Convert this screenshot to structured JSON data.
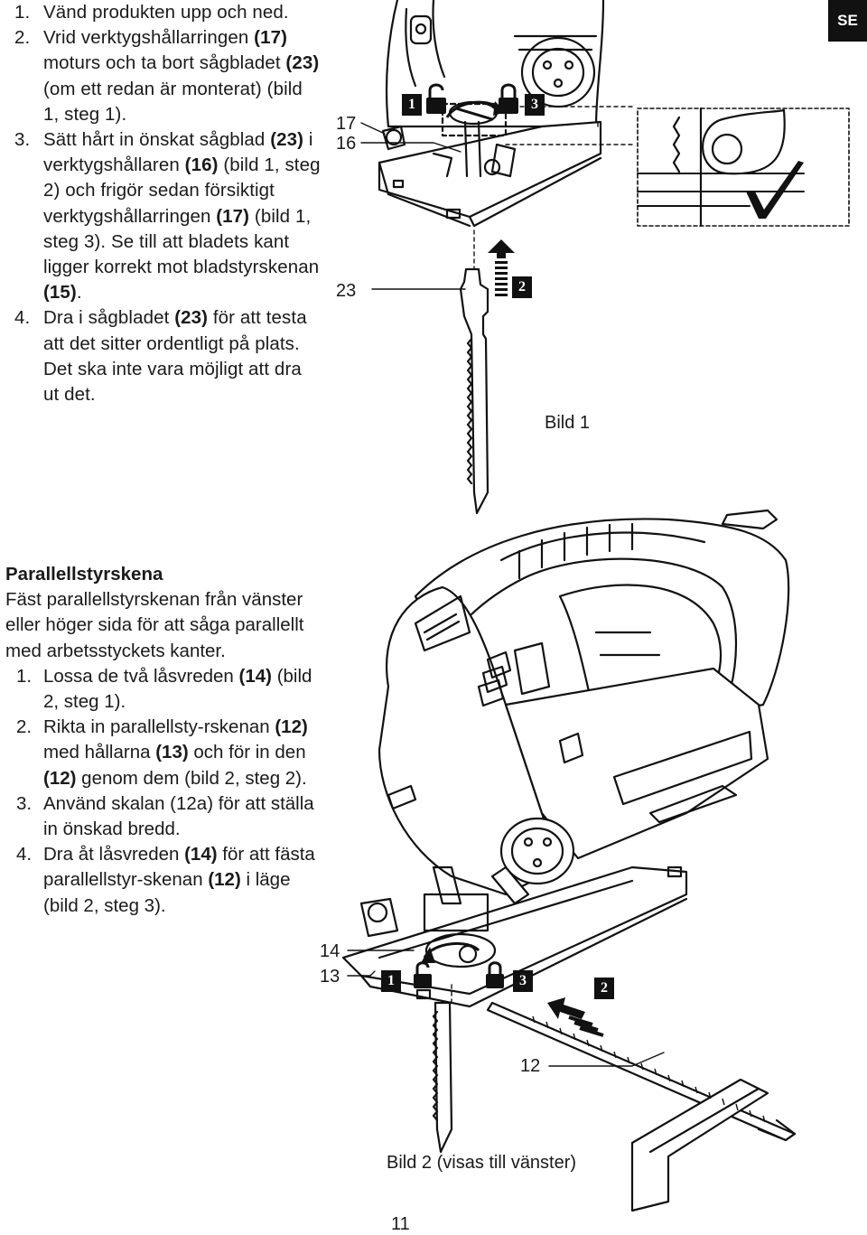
{
  "badge": "SE",
  "instructions": [
    {
      "num": "1.",
      "parts": [
        "Vänd produkten upp och ned."
      ]
    },
    {
      "num": "2.",
      "parts": [
        "Vrid verktygshållarringen ",
        "(17)",
        " moturs och ta bort sågbladet ",
        "(23)",
        " (om ett redan är monterat) (bild 1, steg 1)."
      ]
    },
    {
      "num": "3.",
      "parts": [
        "Sätt hårt in önskat sågblad ",
        "(23)",
        " i verktygshållaren ",
        "(16)",
        " (bild 1, steg 2) och frigör sedan försiktigt verktygshållarringen ",
        "(17)",
        " (bild 1, steg 3). Se till att bladets kant ligger korrekt mot bladstyrskenan ",
        "(15)",
        "."
      ]
    },
    {
      "num": "4.",
      "parts": [
        "Dra i sågbladet ",
        "(23)",
        " för att testa att det sitter ordentligt på plats. Det ska inte vara möjligt att dra ut det."
      ]
    }
  ],
  "section": {
    "title": "Parallellstyrskena",
    "intro": "Fäst parallellstyrskenan från vänster eller höger sida för att såga parallellt med arbetsstyckets kanter.",
    "items": [
      {
        "num": "1.",
        "parts": [
          "Lossa de två låsvreden ",
          "(14)",
          " (bild 2, steg 1)."
        ]
      },
      {
        "num": "2.",
        "parts": [
          "Rikta in parallellsty-rskenan ",
          "(12)",
          " med hållarna ",
          "(13)",
          " och för in den ",
          "(12)",
          " genom dem (bild 2, steg 2)."
        ]
      },
      {
        "num": "3.",
        "parts": [
          "Använd skalan (12a) för att ställa in önskad bredd."
        ]
      },
      {
        "num": "4.",
        "parts": [
          "Dra åt låsvreden ",
          "(14)",
          " för att fästa parallellstyr-skenan ",
          "(12)",
          " i läge (bild 2, steg 3)."
        ]
      }
    ]
  },
  "figure1": {
    "labels": {
      "l17": "17",
      "l16": "16",
      "l23": "23"
    },
    "steps": {
      "s1": "1",
      "s2": "2",
      "s3": "3"
    },
    "caption": "Bild 1",
    "check_icon": "checkmark-icon"
  },
  "figure2": {
    "labels": {
      "l14": "14",
      "l13": "13",
      "l12": "12"
    },
    "steps": {
      "s1": "1",
      "s2": "2",
      "s3": "3"
    },
    "caption": "Bild 2 (visas till vänster)"
  },
  "page_number": "11"
}
